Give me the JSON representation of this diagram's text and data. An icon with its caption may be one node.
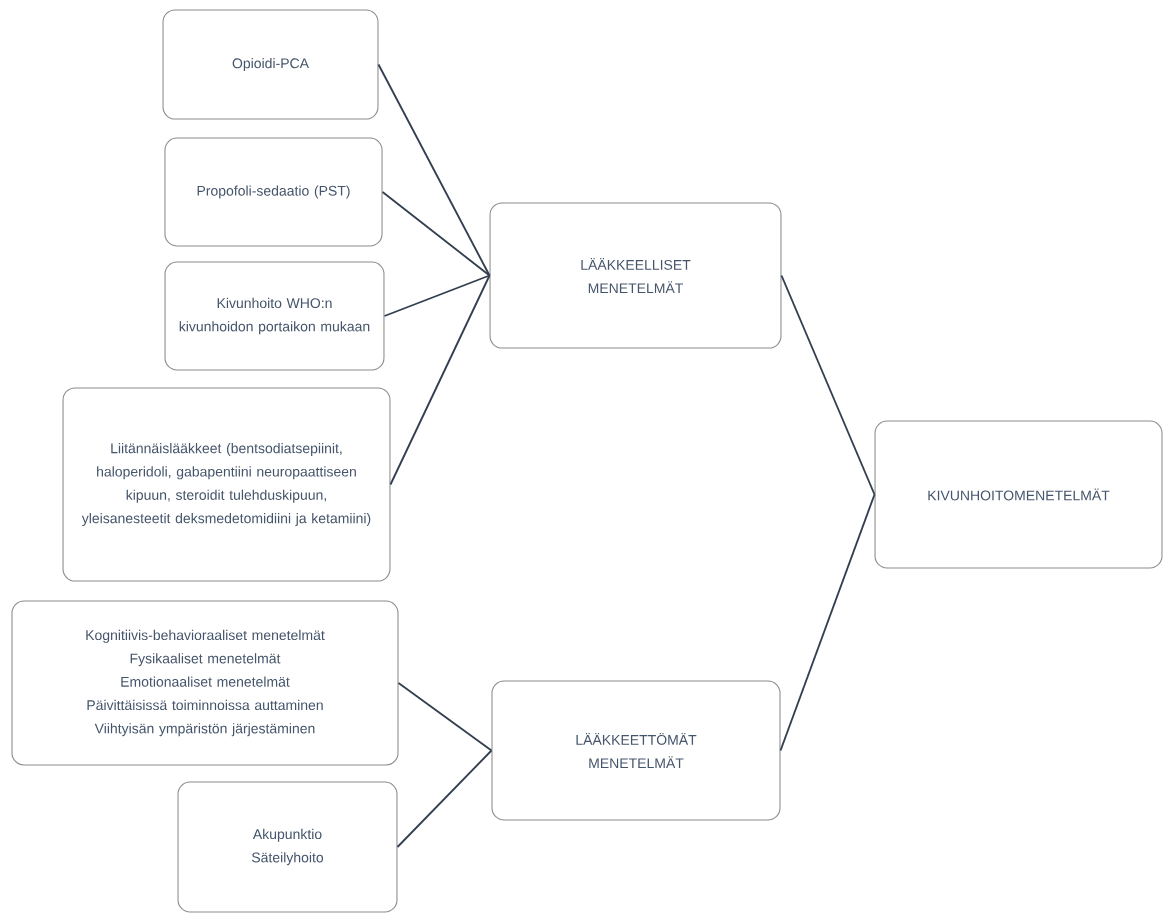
{
  "diagram": {
    "nodes": [
      {
        "text": [
          "Opioidi-PCA"
        ]
      },
      {
        "text": [
          "Propofoli-sedaatio (PST)"
        ]
      },
      {
        "text": [
          "Kivunhoito WHO:n kivunhoidon portaikon mukaan"
        ]
      },
      {
        "text": [
          "Liitännäislääkkeet (bentsodiatsepiinit, haloperidoli, gabapentiini neuropaattiseen kipuun, steroidit tulehduskipuun, yleisanesteetit deksmedetomidiini ja ketamiini)"
        ]
      },
      {
        "text": [
          "Kognitiivis-behavioraaliset menetelmät",
          "Fysikaaliset menetelmät",
          "Emotionaaliset menetelmät",
          "Päivittäisissä toiminnoissa auttaminen",
          "Viihtyisän ympäristön järjestäminen"
        ]
      },
      {
        "text": [
          "Akupunktio",
          "Säteilyhoito"
        ]
      },
      {
        "text": [
          "LÄÄKKEELLISET MENETELMÄT"
        ]
      },
      {
        "text": [
          "LÄÄKKEETTÖMÄT MENETELMÄT"
        ]
      },
      {
        "text": [
          "KIVUNHOITOMENETELMÄT"
        ]
      }
    ],
    "edges": [
      {
        "from": 0,
        "to": 6,
        "arrow": "none"
      },
      {
        "from": 1,
        "to": 6,
        "arrow": "none"
      },
      {
        "from": 2,
        "to": 6,
        "arrow": "none"
      },
      {
        "from": 3,
        "to": 6,
        "arrow": "none"
      },
      {
        "from": 4,
        "to": 7,
        "arrow": "none"
      },
      {
        "from": 5,
        "to": 7,
        "arrow": "none"
      },
      {
        "from": 6,
        "to": 8,
        "arrow": "none"
      },
      {
        "from": 7,
        "to": 8,
        "arrow": "none"
      }
    ]
  }
}
